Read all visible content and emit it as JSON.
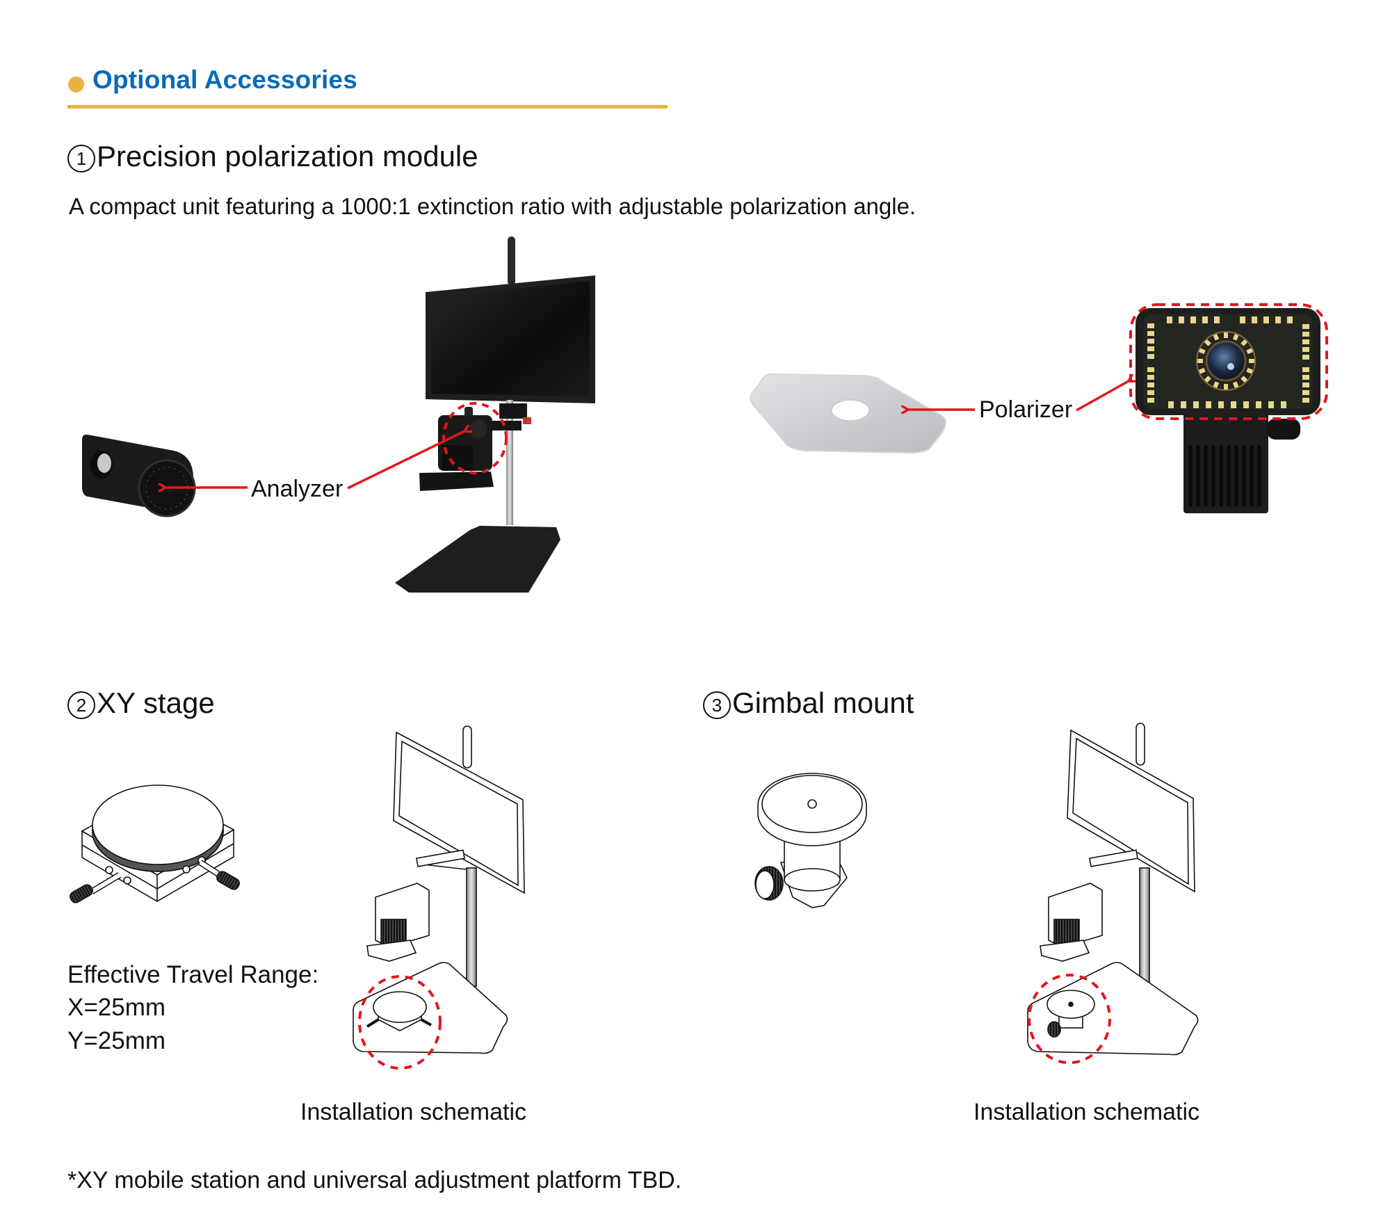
{
  "section": {
    "title": "Optional Accessories",
    "colors": {
      "title": "#0a6ab6",
      "accent": "#e8b441",
      "callout": "#e3161b"
    }
  },
  "polarization": {
    "number": "1",
    "heading": "Precision polarization module",
    "description": "A compact unit featuring a 1000:1 extinction ratio with adjustable polarization angle.",
    "labels": {
      "analyzer": "Analyzer",
      "polarizer": "Polarizer"
    }
  },
  "xy_stage": {
    "number": "2",
    "heading": "XY stage",
    "travel_title": "Effective Travel Range:",
    "travel_x": "X=25mm",
    "travel_y": "Y=25mm",
    "caption": "Installation schematic"
  },
  "gimbal": {
    "number": "3",
    "heading": "Gimbal mount",
    "caption": "Installation schematic"
  },
  "footnote": "*XY mobile station and universal adjustment platform TBD."
}
